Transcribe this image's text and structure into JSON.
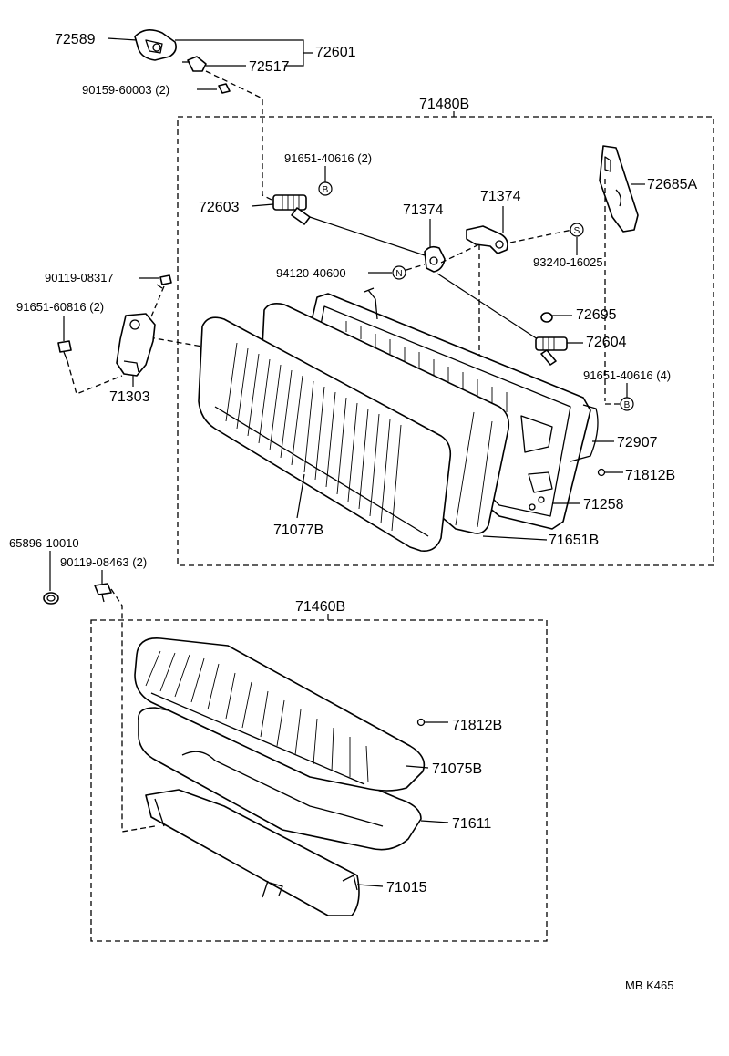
{
  "assembly_upper": "71480B",
  "assembly_lower": "71460B",
  "parts": {
    "p72589": "72589",
    "p72601": "72601",
    "p72517": "72517",
    "p90159": "90159-60003 (2)",
    "p91651a": "91651-40616 (2)",
    "p72603": "72603",
    "p71374a": "71374",
    "p71374b": "71374",
    "p72685A": "72685A",
    "p93240": "93240-16025",
    "p94120": "94120-40600",
    "p90119a": "90119-08317",
    "p91651b": "91651-60816 (2)",
    "p72695": "72695",
    "p72604": "72604",
    "p91651c": "91651-40616 (4)",
    "p71303": "71303",
    "p72907": "72907",
    "p71812Ba": "71812B",
    "p71258": "71258",
    "p71077B": "71077B",
    "p71651B": "71651B",
    "p65896": "65896-10010",
    "p90119b": "90119-08463 (2)",
    "p71812Bb": "71812B",
    "p71075B": "71075B",
    "p71611": "71611",
    "p71015": "71015"
  },
  "ref_marks": {
    "b1": "B",
    "s1": "S",
    "n1": "N",
    "b2": "B"
  },
  "footer_code": "MB  K465"
}
